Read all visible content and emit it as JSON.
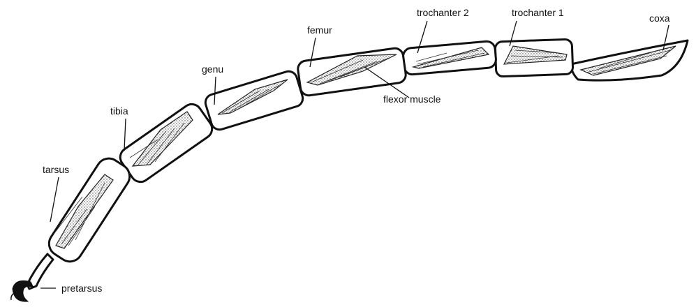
{
  "labels": {
    "coxa": "coxa",
    "trochanter_1": "trochanter 1",
    "trochanter_2": "trochanter 2",
    "femur": "femur",
    "flexor_muscle": "flexor muscle",
    "genu": "genu",
    "tibia": "tibia",
    "tarsus": "tarsus",
    "pretarsus": "pretarsus"
  }
}
